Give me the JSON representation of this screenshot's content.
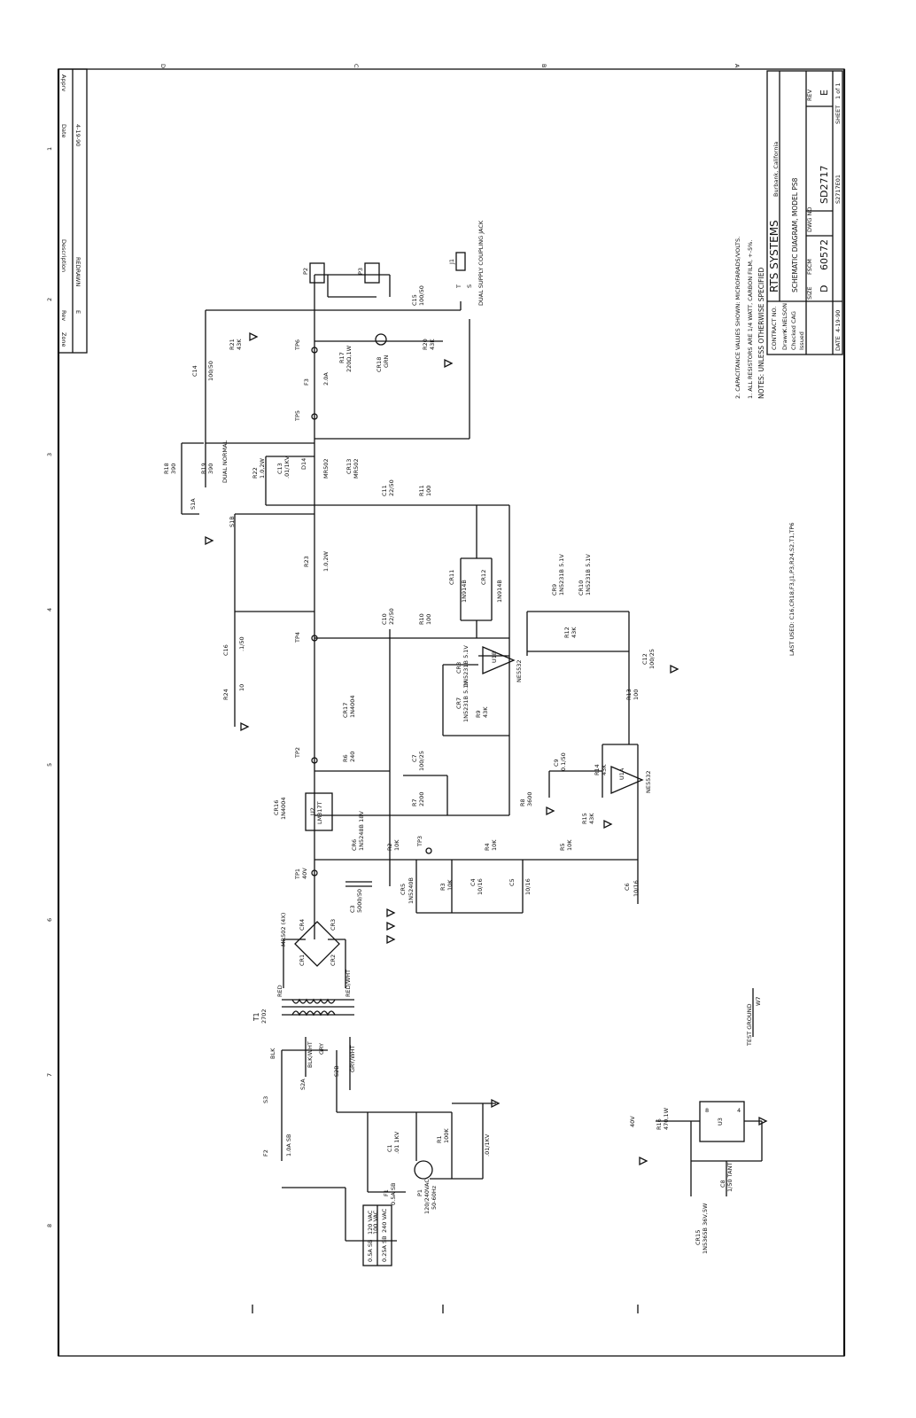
{
  "title_block": {
    "company": "RTS SYSTEMS",
    "city": "Burbank, California",
    "drawing_title": "SCHEMATIC DIAGRAM, MODEL PS8",
    "size": "D",
    "fscm": "60572",
    "dwg_no": "SD2717",
    "rev": "E",
    "file": "S2717E01",
    "sheet": "1 of 1",
    "date": "4-19-90",
    "labels": {
      "contract_no": "CONTRACT NO.",
      "drawn": "Drawn",
      "checked": "Checked",
      "issued": "Issued",
      "size": "SIZE",
      "fscm": "FSCM",
      "dwg": "DWG NO",
      "rev": "REV",
      "date": "DATE",
      "sheet": "SHEET"
    },
    "drawn_by": "K.NELSON",
    "checked_by": "CAG"
  },
  "revision_block": {
    "headers": [
      "Zone",
      "Rev",
      "Description",
      "Date",
      "Apprv"
    ],
    "row": [
      "",
      "E",
      "REDRAWN",
      "4-19-90",
      ""
    ]
  },
  "notes": {
    "heading": "NOTES: UNLESS OTHERWISE SPECIFIED",
    "items": [
      "1. ALL RESISTORS ARE 1/4 WATT, CARBON FILM, +-5%.",
      "2. CAPACITANCE VALUES SHOWN: MICROFARADS/VOLTS."
    ],
    "last_used": "LAST USED: C16,CR18,F3,J1,P3,R24,S2,T1,TP6"
  },
  "fuse_table": {
    "row1": [
      "0.5A SB",
      "120 VAC",
      "100 VAC"
    ],
    "row2": [
      "0.25A SB",
      "240 VAC"
    ]
  },
  "components": {
    "P1": "P1",
    "P1_v": "120/240VAC",
    "P1_hz": "50-60Hz",
    "F1": "F1",
    "F1_v": "0.5A SB",
    "F2": "F2",
    "F2_v": "1.0A SB",
    "F3": "F3",
    "F3_v": "2.0A",
    "S3": "S3",
    "S2A": "S2A",
    "S2B": "S2B",
    "S1A": "S1A",
    "S1B": "S1B",
    "T1": "T1",
    "T1_v": "2702",
    "wire_blk": "BLK",
    "wire_blkwht": "BLK/WHT",
    "wire_gry": "GRY",
    "wire_grywht": "GRY/WHT",
    "wire_red": "RED",
    "wire_redwht": "RED/WHT",
    "C1": "C1",
    "C1_v": ".01 1KV",
    "C2": ".01/1KV",
    "R1": "R1",
    "R1_v": "100K",
    "bridge": "MR502 (4X)",
    "CR1": "CR1",
    "CR2": "CR2",
    "CR3": "CR3",
    "CR4": "CR4",
    "C3": "C3",
    "C3_v": "5000/50",
    "TP1": "TP1",
    "TP1_v": "40V",
    "CR6": "CR6",
    "CR6_v": "1N5248B 18V",
    "U2": "U2",
    "U2_v": "LM317T",
    "CR16": "CR16",
    "CR16_v": "1N4004",
    "R2": "R2",
    "R2_v": "10K",
    "TP3": "TP3",
    "CR5": "CR5",
    "CR5_v": "1N5240B",
    "R3": "R3",
    "R3_v": "10K",
    "C4": "C4",
    "C4_v": "10/16",
    "R4": "R4",
    "R4_v": "10K",
    "C5": "C5",
    "C5_v": "10/16",
    "R5": "R5",
    "R5_v": "10K",
    "C6": "C6",
    "C6_v": "10/16",
    "R6": "R6",
    "R6_v": "240",
    "R7": "R7",
    "R7_v": "2200",
    "C7": "C7",
    "C7_v": "100/25",
    "R8": "R8",
    "R8_v": "3600",
    "TP2": "TP2",
    "CR17": "CR17",
    "CR17_v": "1N4004",
    "R15": "R15",
    "R15_v": "43K",
    "R14": "R14",
    "R14_v": "43K",
    "C9": "C9",
    "C9_v": "0.1/50",
    "U1A": "U1A",
    "U1A_v": "NE5532",
    "R13": "R13",
    "R13_v": "100",
    "C12": "C12",
    "C12_v": "100/25",
    "CR7": "CR7",
    "CR7_v": "1N5231B 5.1V",
    "CR8": "CR8",
    "CR8_v": "1N5231B 5.1V",
    "R9": "R9",
    "R9_v": "43K",
    "U1B": "U1B",
    "U1B_v": "NE5532",
    "R12": "R12",
    "R12_v": "43K",
    "CR9": "CR9",
    "CR9_v": "1N5231B 5.1V",
    "CR10": "CR10",
    "CR10_v": "1N5231B 5.1V",
    "TP4": "TP4",
    "C10": "C10",
    "C10_v": "22/50",
    "R10": "R10",
    "R10_v": "100",
    "CR11": "CR11",
    "CR11_v": "1N914B",
    "CR12": "CR12",
    "CR12_v": "1N914B",
    "R23": "R23",
    "R23_v": "1.0,2W",
    "C16": "C16",
    "C16_v": ".1/50",
    "R24": "R24",
    "R24_v": "10",
    "C11": "C11",
    "C11_v": "22/50",
    "R11": "R11",
    "R11_v": "100",
    "R22": "R22",
    "R22_v": "1.0,2W",
    "C13": "C13",
    "C13_v": ".01/1KV",
    "D14": "D14",
    "D14_v": "MR502",
    "CR13": "CR13",
    "CR13_v": "MR502",
    "R18": "R18",
    "R18_v": "390",
    "R19": "R19",
    "R19_v": "390",
    "dual_normal": "DUAL NORMAL",
    "TP5": "TP5",
    "TP6": "TP6",
    "C14": "C14",
    "C14_v": "100/50",
    "R21": "R21",
    "R21_v": "43K",
    "R17": "R17",
    "R17_v": "220Ω,1W",
    "CR18": "CR18",
    "CR18_v": "GRN",
    "R20": "R20",
    "R20_v": "43K",
    "C15": "C15",
    "C15_v": "100/50",
    "P2": "P2",
    "P3": "P3",
    "J1": "J1",
    "J1_t": "T",
    "J1_s": "S",
    "J1_desc": "DUAL SUPPLY COUPLING JACK",
    "test_ground": "TEST GROUND",
    "W7": "W7",
    "U3": "U3",
    "U3_pin_in": "8",
    "U3_pin_gnd": "4",
    "v40": "40V",
    "R16": "R16",
    "R16_v": "470,1W",
    "C8": "C8",
    "C8_v": "1/50 TANT",
    "CR15": "CR15",
    "CR15_v": "1N5365B 36V,5W"
  },
  "zones": {
    "cols": [
      "8",
      "7",
      "6",
      "5",
      "4",
      "3",
      "2",
      "1"
    ],
    "rows": [
      "D",
      "C",
      "B",
      "A"
    ]
  }
}
